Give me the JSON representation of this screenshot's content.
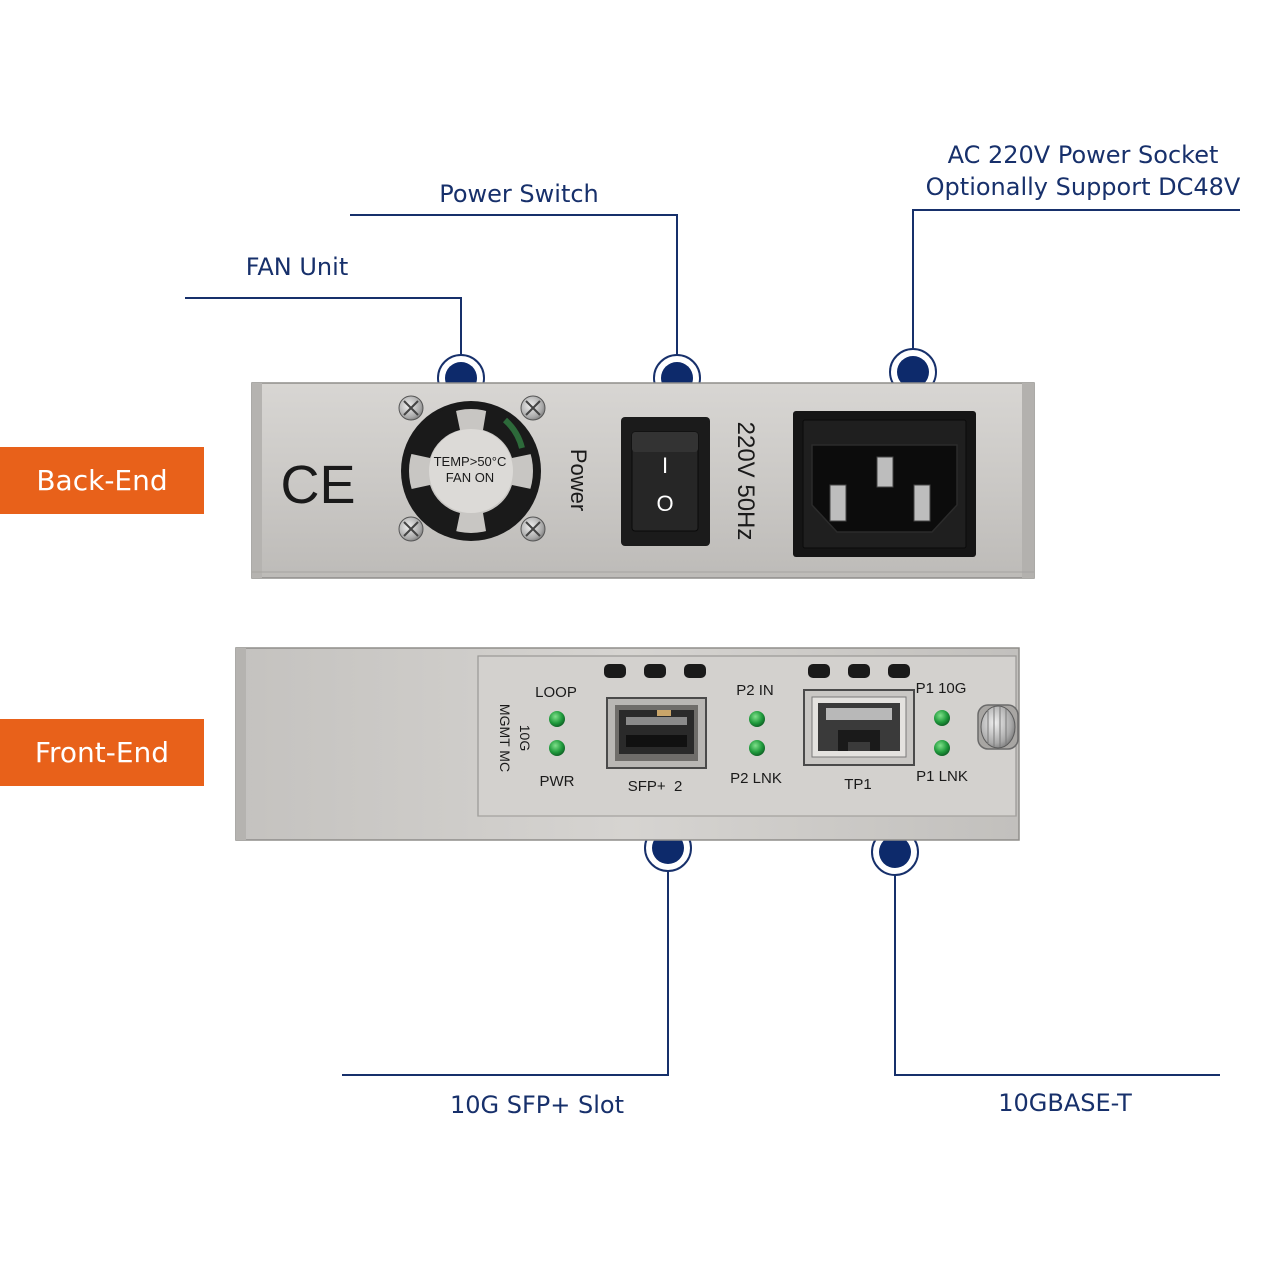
{
  "section_tags": {
    "back": "Back-End",
    "front": "Front-End"
  },
  "callouts": {
    "fan": "FAN Unit",
    "power_switch": "Power Switch",
    "ac_socket_line1": "AC 220V Power Socket",
    "ac_socket_line2": "Optionally Support DC48V",
    "sfp_slot": "10G SFP+ Slot",
    "tp_port": "10GBASE-T"
  },
  "back_panel": {
    "ce_mark": "CE",
    "fan_label_line1": "TEMP>50°C",
    "fan_label_line2": "FAN ON",
    "power_label": "Power",
    "switch_on_symbol": "I",
    "switch_off_symbol": "O",
    "voltage_label": "220V 50Hz"
  },
  "front_panel": {
    "model_line1": "10G",
    "model_line2": "MGMT MC",
    "led_loop": "LOOP",
    "led_pwr": "PWR",
    "sfp_port_label": "SFP+  2",
    "led_p2_in": "P2 IN",
    "led_p2_lnk": "P2 LNK",
    "tp_port_label": "TP1",
    "led_p1_10g": "P1 10G",
    "led_p1_lnk": "P1 LNK"
  },
  "colors": {
    "callout_navy": "#17306b",
    "tag_orange": "#e8611a",
    "led_green": "#1f9a3c",
    "chassis_grey": "#c9c7c4"
  }
}
